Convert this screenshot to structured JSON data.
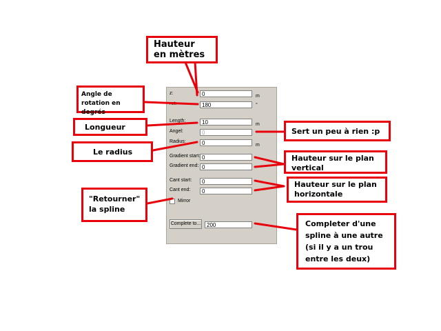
{
  "dialog": {
    "z_label": "z:",
    "z_value": "0",
    "z_unit": "m",
    "rot_label": "rot:",
    "rot_value": "180",
    "rot_unit": "°",
    "length_label": "Length:",
    "length_value": "10",
    "length_unit": "m",
    "angel_label": "Angel:",
    "angel_value": "0",
    "angel_unit": "°",
    "radius_label": "Radius:",
    "radius_value": "0",
    "radius_unit": "m",
    "gradient_start_label": "Gradient start:",
    "gradient_start_value": "0",
    "gradient_end_label": "Gradient end:",
    "gradient_end_value": "0",
    "cant_start_label": "Cant start:",
    "cant_start_value": "0",
    "cant_end_label": "Cant end:",
    "cant_end_value": "0",
    "mirror_label": "Mirror",
    "complete_button": "Complete to...",
    "complete_value": "200"
  },
  "annotations": {
    "hauteur_metres": "Hauteur en mètres",
    "angle_rotation": "Angle de rotation en degrés",
    "longueur": "Longueur",
    "sert_peu": "Sert un peu à rien :p",
    "radius": "Le radius",
    "hauteur_vertical": "Hauteur sur le plan vertical",
    "hauteur_horizontal": "Hauteur sur le plan horizontale",
    "retourner": "\"Retourner\" la spline",
    "completer": "Completer d'une spline à une autre (si il y a un trou entre les deux)"
  },
  "colors": {
    "callout_border": "#e8000b",
    "panel_bg": "#d4d0c8"
  }
}
